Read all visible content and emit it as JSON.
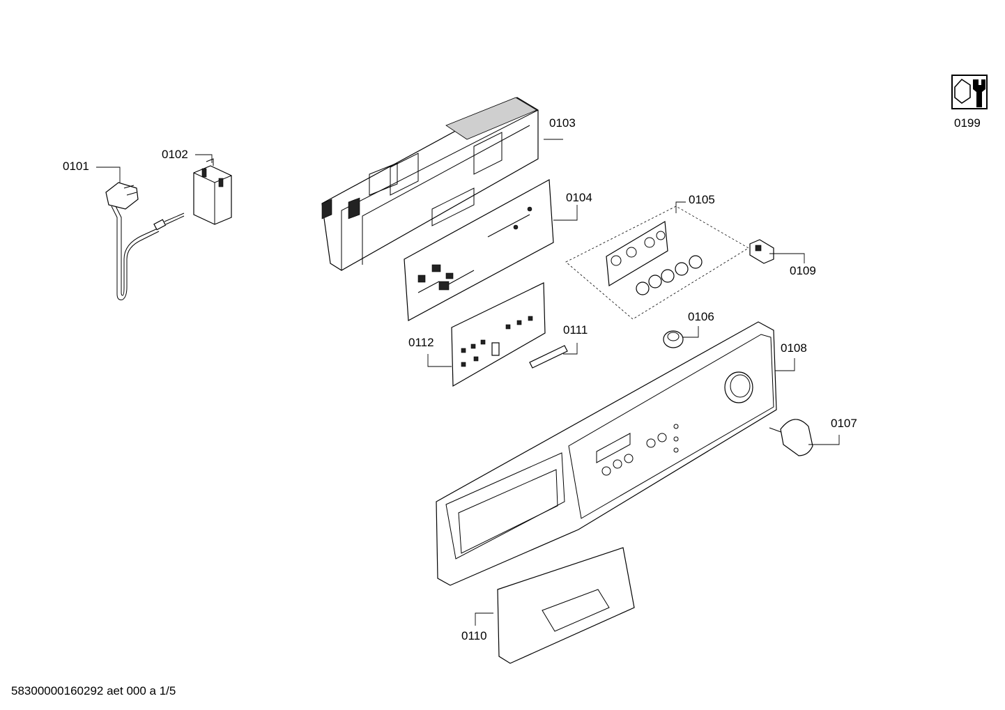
{
  "diagram": {
    "labels": {
      "p0101": "0101",
      "p0102": "0102",
      "p0103": "0103",
      "p0104": "0104",
      "p0105": "0105",
      "p0106": "0106",
      "p0107": "0107",
      "p0108": "0108",
      "p0109": "0109",
      "p0110": "0110",
      "p0111": "0111",
      "p0112": "0112",
      "p0199": "0199"
    },
    "footer": "58300000160292 aet 000 a 1/5",
    "icons": {
      "service": "wrench-nut-icon"
    }
  }
}
